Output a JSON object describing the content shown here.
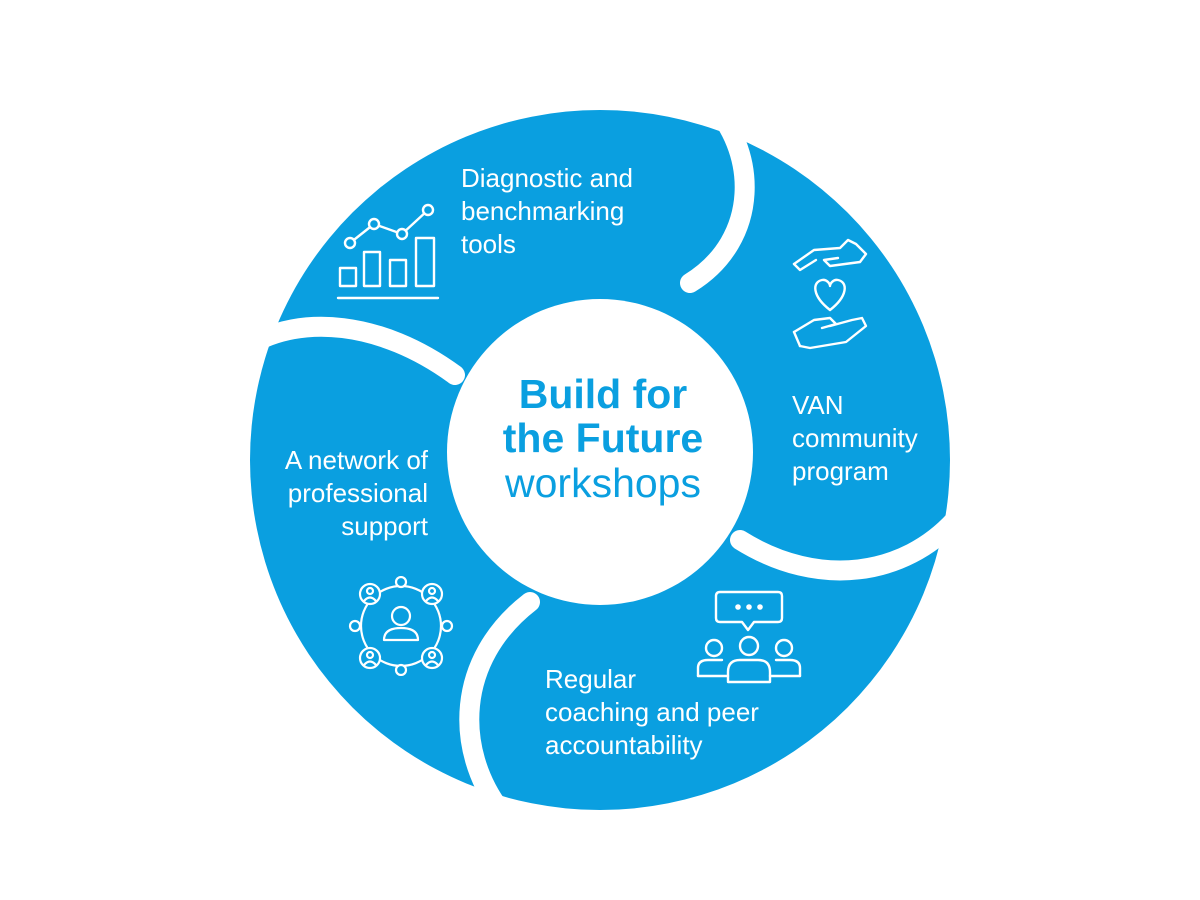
{
  "colors": {
    "segment": "#0a9fe0",
    "center_fill": "#ffffff",
    "center_text": "#0a9fe0",
    "icon_stroke": "#ffffff"
  },
  "center": {
    "title_line1": "Build for",
    "title_line2": "the Future",
    "subtitle": "workshops"
  },
  "segments": [
    {
      "lines": [
        "Diagnostic and",
        "benchmarking",
        "tools"
      ],
      "icon": "bar-line-chart-icon"
    },
    {
      "lines": [
        "VAN",
        "community",
        "program"
      ],
      "icon": "hands-heart-icon"
    },
    {
      "lines": [
        "Regular",
        "coaching and peer",
        "accountability"
      ],
      "icon": "group-chat-icon"
    },
    {
      "lines": [
        "A network of",
        "professional",
        "support"
      ],
      "icon": "people-network-icon"
    }
  ]
}
